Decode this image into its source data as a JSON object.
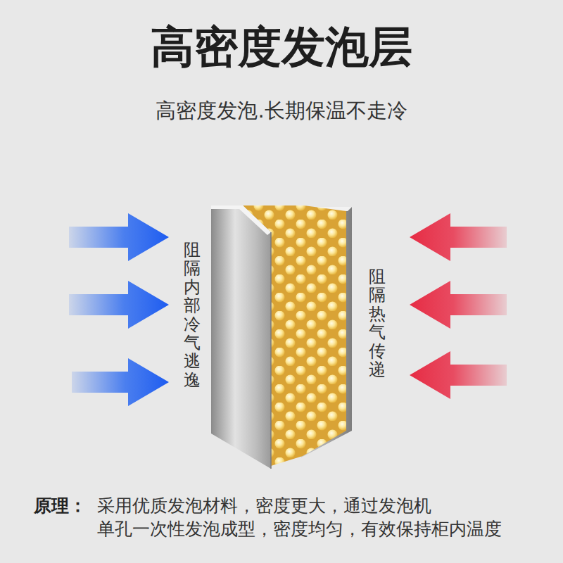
{
  "diagram": {
    "title": "高密度发泡层",
    "labels": [
      "高密度发泡.长期保温不走冷",
      "阻隔内部冷气逃逸",
      "阻隔热气传递",
      "原理：",
      "采用优质发泡材料，密度更大，通过发泡机 单孔一次性发泡成型，密度均匀，有效保持柜内温度"
    ]
  }
}
